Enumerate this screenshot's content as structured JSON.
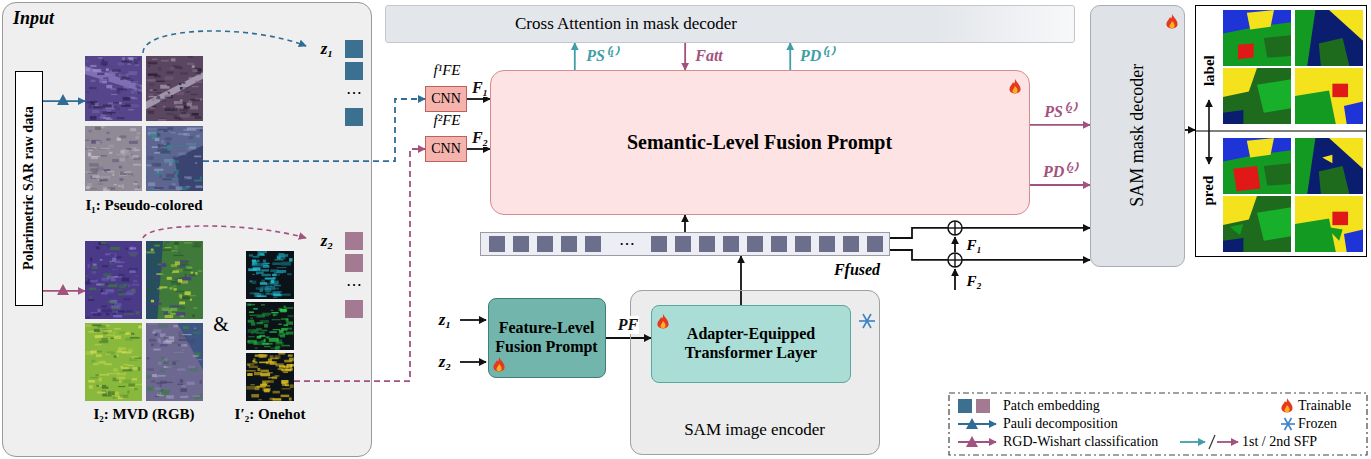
{
  "diagram": {
    "nodes": [
      {
        "text": [
          "Input"
        ]
      },
      {
        "text": [
          "Polarimetric SAR raw data"
        ],
        "in": 0
      },
      {
        "text": [
          "I₁: Pseudo-colored"
        ],
        "in": 0
      },
      {
        "text": [
          "I₂: MVD (RGB)"
        ],
        "in": 0
      },
      {
        "text": [
          "I′₂: Onehot"
        ],
        "in": 0
      },
      {
        "text": [
          "Cross Attention in mask decoder"
        ]
      },
      {
        "text": [
          "f¹FE",
          "CNN"
        ]
      },
      {
        "text": [
          "f²FE",
          "CNN"
        ]
      },
      {
        "text": [
          "Semantic-Level Fusion Prompt"
        ]
      },
      {
        "text": [
          "Ffused"
        ]
      },
      {
        "text": [
          "SAM image encoder"
        ]
      },
      {
        "text": [
          "Adapter-Equipped Transformer Layer"
        ],
        "in": 10
      },
      {
        "text": [
          "Feature-Level Fusion Prompt"
        ]
      },
      {
        "text": [
          "SAM mask decoder"
        ]
      },
      {
        "text": [
          "label",
          "pred"
        ]
      }
    ],
    "edges": [
      {
        "from": 1,
        "to": 2,
        "arrow": "to"
      },
      {
        "from": 1,
        "to": 3,
        "arrow": "to"
      },
      {
        "from": 2,
        "to": 6,
        "arrow": "to"
      },
      {
        "from": 4,
        "to": 7,
        "arrow": "to"
      },
      {
        "from": 6,
        "to": 8,
        "arrow": "to",
        "label": "F₁"
      },
      {
        "from": 7,
        "to": 8,
        "arrow": "to",
        "label": "F₂"
      },
      {
        "from": 8,
        "to": 5,
        "arrow": "to",
        "label": "PS⁽¹⁾"
      },
      {
        "from": 5,
        "to": 8,
        "arrow": "to",
        "label": "Fatt"
      },
      {
        "from": 8,
        "to": 5,
        "arrow": "to",
        "label": "PD⁽¹⁾"
      },
      {
        "from": 8,
        "to": 13,
        "arrow": "to",
        "label": "PS⁽²⁾"
      },
      {
        "from": 8,
        "to": 13,
        "arrow": "to",
        "label": "PD⁽²⁾"
      },
      {
        "from": 9,
        "to": 8,
        "arrow": "to"
      },
      {
        "from": 9,
        "to": 13,
        "arrow": "to"
      },
      {
        "from": 9,
        "to": 13,
        "arrow": "to"
      },
      {
        "from": 12,
        "to": 11,
        "arrow": "to",
        "label": "PF"
      },
      {
        "from": 11,
        "to": 9,
        "arrow": "to"
      },
      {
        "from": 13,
        "to": 14,
        "arrow": "to"
      }
    ],
    "labels": [
      "z₁",
      "⋯",
      "z₂",
      "⋯",
      "&",
      "⋯",
      "z₁",
      "z₂",
      "F₁",
      "F₂"
    ],
    "legend": [
      {
        "text": "Patch embedding",
        "color": "#3c7090"
      },
      {
        "text": "Trainable"
      },
      {
        "text": "Pauli decomposition"
      },
      {
        "text": "Frozen"
      },
      {
        "text": "RGD-Wishart classification"
      },
      {
        "text": "1st / 2nd SFP"
      }
    ]
  }
}
